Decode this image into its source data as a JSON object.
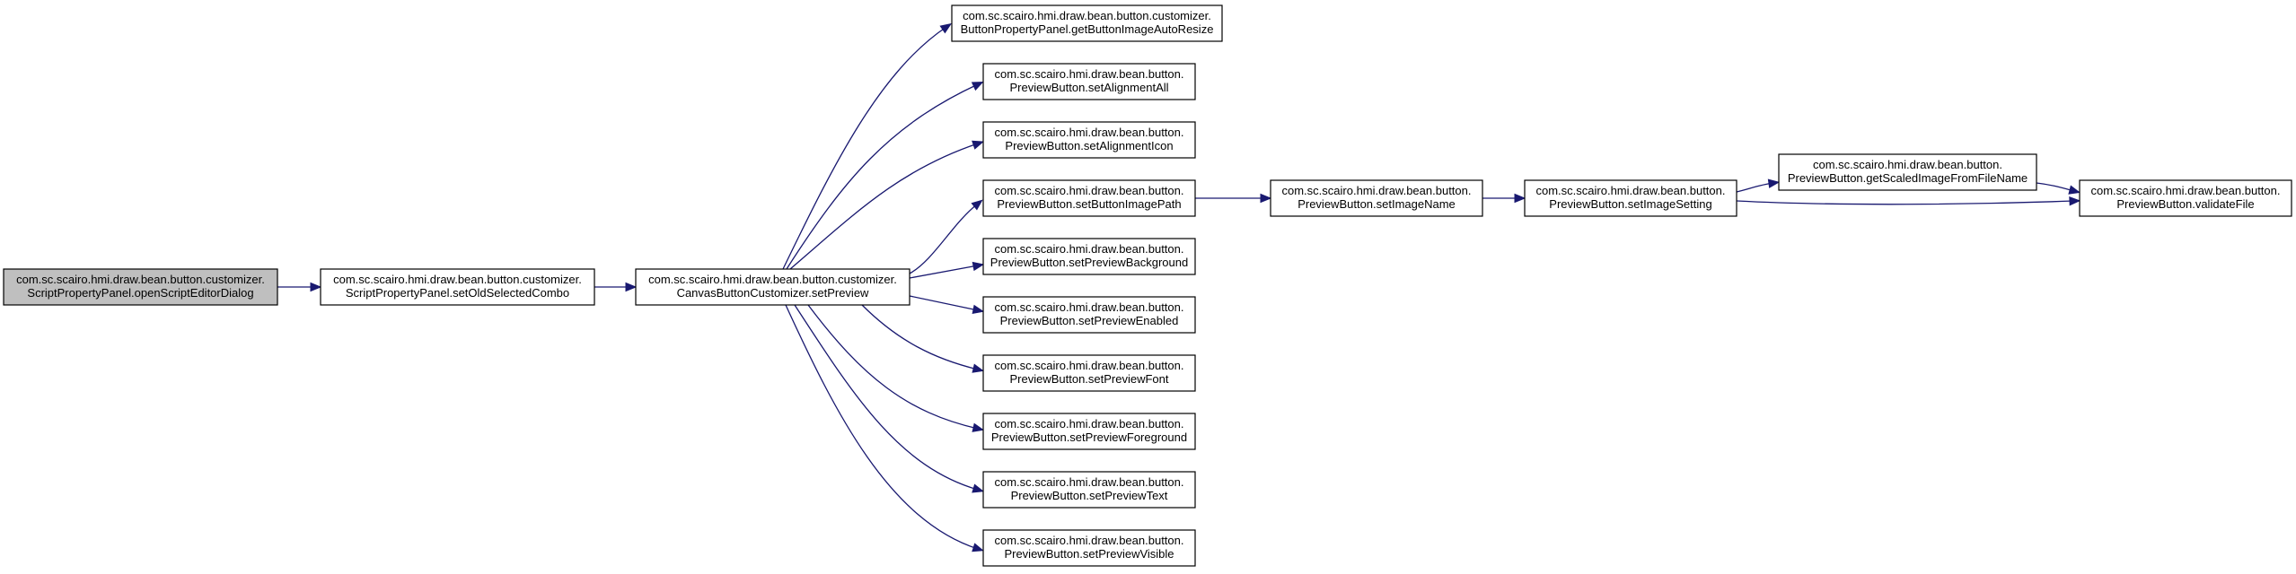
{
  "graph": {
    "edge_color": "#191970",
    "root_fill": "#bfbfbf",
    "nodes": [
      {
        "id": "n0",
        "root": true,
        "lines": [
          "com.sc.scairo.hmi.draw.bean.button.customizer.",
          "ScriptPropertyPanel.openScriptEditorDialog"
        ]
      },
      {
        "id": "n1",
        "lines": [
          "com.sc.scairo.hmi.draw.bean.button.customizer.",
          "ScriptPropertyPanel.setOldSelectedCombo"
        ]
      },
      {
        "id": "n2",
        "lines": [
          "com.sc.scairo.hmi.draw.bean.button.customizer.",
          "CanvasButtonCustomizer.setPreview"
        ]
      },
      {
        "id": "n3",
        "lines": [
          "com.sc.scairo.hmi.draw.bean.button.customizer.",
          "ButtonPropertyPanel.getButtonImageAutoResize"
        ]
      },
      {
        "id": "n4",
        "lines": [
          "com.sc.scairo.hmi.draw.bean.button.",
          "PreviewButton.setAlignmentAll"
        ]
      },
      {
        "id": "n5",
        "lines": [
          "com.sc.scairo.hmi.draw.bean.button.",
          "PreviewButton.setAlignmentIcon"
        ]
      },
      {
        "id": "n6",
        "lines": [
          "com.sc.scairo.hmi.draw.bean.button.",
          "PreviewButton.setButtonImagePath"
        ]
      },
      {
        "id": "n7",
        "lines": [
          "com.sc.scairo.hmi.draw.bean.button.",
          "PreviewButton.setPreviewBackground"
        ]
      },
      {
        "id": "n8",
        "lines": [
          "com.sc.scairo.hmi.draw.bean.button.",
          "PreviewButton.setPreviewEnabled"
        ]
      },
      {
        "id": "n9",
        "lines": [
          "com.sc.scairo.hmi.draw.bean.button.",
          "PreviewButton.setPreviewFont"
        ]
      },
      {
        "id": "n10",
        "lines": [
          "com.sc.scairo.hmi.draw.bean.button.",
          "PreviewButton.setPreviewForeground"
        ]
      },
      {
        "id": "n11",
        "lines": [
          "com.sc.scairo.hmi.draw.bean.button.",
          "PreviewButton.setPreviewText"
        ]
      },
      {
        "id": "n12",
        "lines": [
          "com.sc.scairo.hmi.draw.bean.button.",
          "PreviewButton.setPreviewVisible"
        ]
      },
      {
        "id": "n13",
        "lines": [
          "com.sc.scairo.hmi.draw.bean.button.",
          "PreviewButton.setImageName"
        ]
      },
      {
        "id": "n14",
        "lines": [
          "com.sc.scairo.hmi.draw.bean.button.",
          "PreviewButton.setImageSetting"
        ]
      },
      {
        "id": "n15",
        "lines": [
          "com.sc.scairo.hmi.draw.bean.button.",
          "PreviewButton.getScaledImageFromFileName"
        ]
      },
      {
        "id": "n16",
        "lines": [
          "com.sc.scairo.hmi.draw.bean.button.",
          "PreviewButton.validateFile"
        ]
      }
    ],
    "edges": [
      {
        "from": "n0",
        "to": "n1"
      },
      {
        "from": "n1",
        "to": "n2"
      },
      {
        "from": "n2",
        "to": "n3"
      },
      {
        "from": "n2",
        "to": "n4"
      },
      {
        "from": "n2",
        "to": "n5"
      },
      {
        "from": "n2",
        "to": "n6"
      },
      {
        "from": "n2",
        "to": "n7"
      },
      {
        "from": "n2",
        "to": "n8"
      },
      {
        "from": "n2",
        "to": "n9"
      },
      {
        "from": "n2",
        "to": "n10"
      },
      {
        "from": "n2",
        "to": "n11"
      },
      {
        "from": "n2",
        "to": "n12"
      },
      {
        "from": "n6",
        "to": "n13"
      },
      {
        "from": "n13",
        "to": "n14"
      },
      {
        "from": "n14",
        "to": "n15"
      },
      {
        "from": "n14",
        "to": "n16"
      },
      {
        "from": "n15",
        "to": "n16"
      }
    ]
  }
}
